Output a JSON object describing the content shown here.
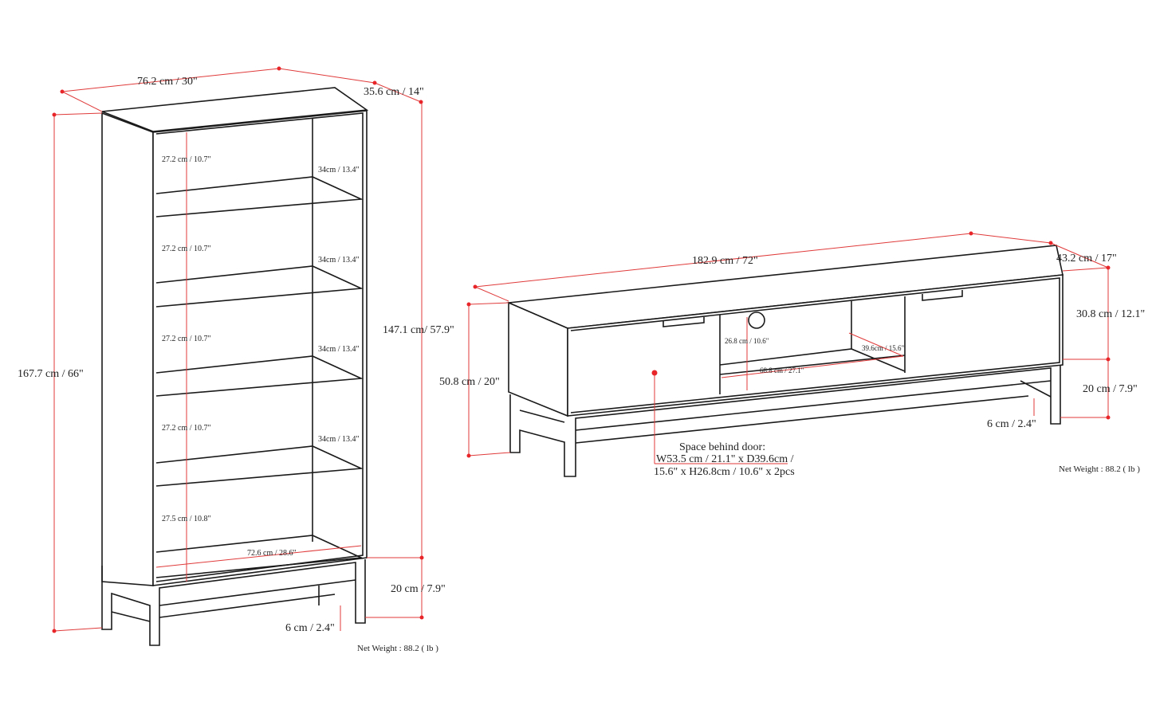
{
  "bookcase": {
    "width": "76.2 cm / 30\"",
    "depth": "35.6 cm / 14\"",
    "total_height": "167.7 cm / 66\"",
    "body_height": "147.1 cm/ 57.9\"",
    "leg_height": "20 cm / 7.9\"",
    "leg_width": "6 cm / 2.4\"",
    "shelf_heights": [
      "27.2 cm / 10.7\"",
      "27.2 cm / 10.7\"",
      "27.2 cm / 10.7\"",
      "27.2 cm / 10.7\"",
      "27.5 cm / 10.8\""
    ],
    "shelf_depths": [
      "34cm / 13.4\"",
      "34cm / 13.4\"",
      "34cm / 13.4\"",
      "34cm / 13.4\""
    ],
    "inner_width": "72.6 cm / 28.6\"",
    "net_weight": "Net Weight : 88.2 ( lb )"
  },
  "tv_stand": {
    "width": "182.9 cm / 72\"",
    "depth": "43.2 cm / 17\"",
    "total_height": "50.8 cm / 20\"",
    "body_height": "30.8 cm / 12.1\"",
    "leg_height": "20 cm / 7.9\"",
    "leg_width": "6 cm / 2.4\"",
    "opening_height": "26.8 cm / 10.6\"",
    "opening_width": "68.8 cm / 27.1\"",
    "opening_depth": "39.6cm / 15.6\"",
    "door_note": [
      "Space behind door:",
      "W53.5 cm / 21.1\" x D39.6cm /",
      "15.6\" x H26.8cm / 10.6\" x 2pcs"
    ],
    "net_weight": "Net Weight : 88.2 ( lb )"
  }
}
